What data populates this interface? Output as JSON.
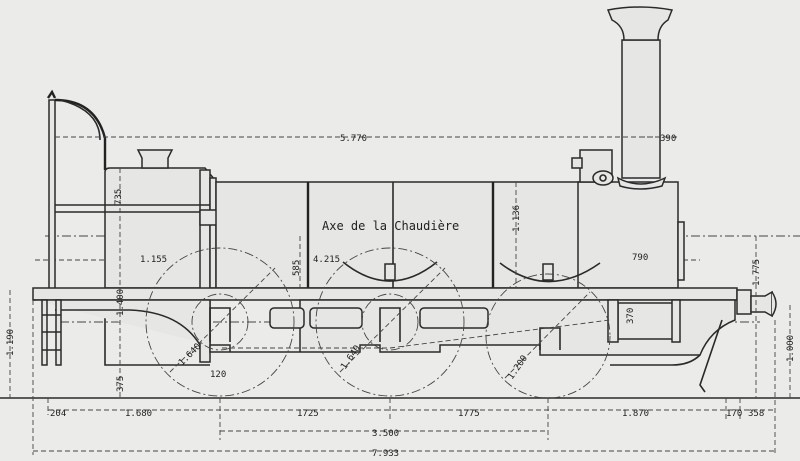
{
  "drawing": {
    "boiler_axis_label": "Axe de la Chaudière",
    "dimensions": {
      "boiler_length": "5.770",
      "chimney_offset": "390",
      "dome_height": "735",
      "boiler_axis_above_dome": "1.136",
      "firebox_offset": "1.155",
      "axis_to_frame": "585",
      "firebox_to_axle": "4.215",
      "smokebox_offset": "790",
      "axis_height_front": "1.775",
      "axis_height_rear": "1.400",
      "cylinder_offset": "370",
      "buffer_height_rear": "1.190",
      "buffer_height_front": "1.000",
      "wheel_diameter_rear": "1.640",
      "wheel_diameter_middle": "1.640",
      "wheel_diameter_front": "1.200",
      "crank_offset": "120",
      "firebox_bottom": "375",
      "rear_overhang_a": "204",
      "rear_overhang_b": "1.680",
      "axle_spacing_1": "1725",
      "axle_spacing_2": "1775",
      "front_overhang_a": "1.870",
      "front_overhang_b": "170",
      "front_overhang_c": "358",
      "wheelbase": "3.500",
      "total_length": "7.933"
    }
  }
}
